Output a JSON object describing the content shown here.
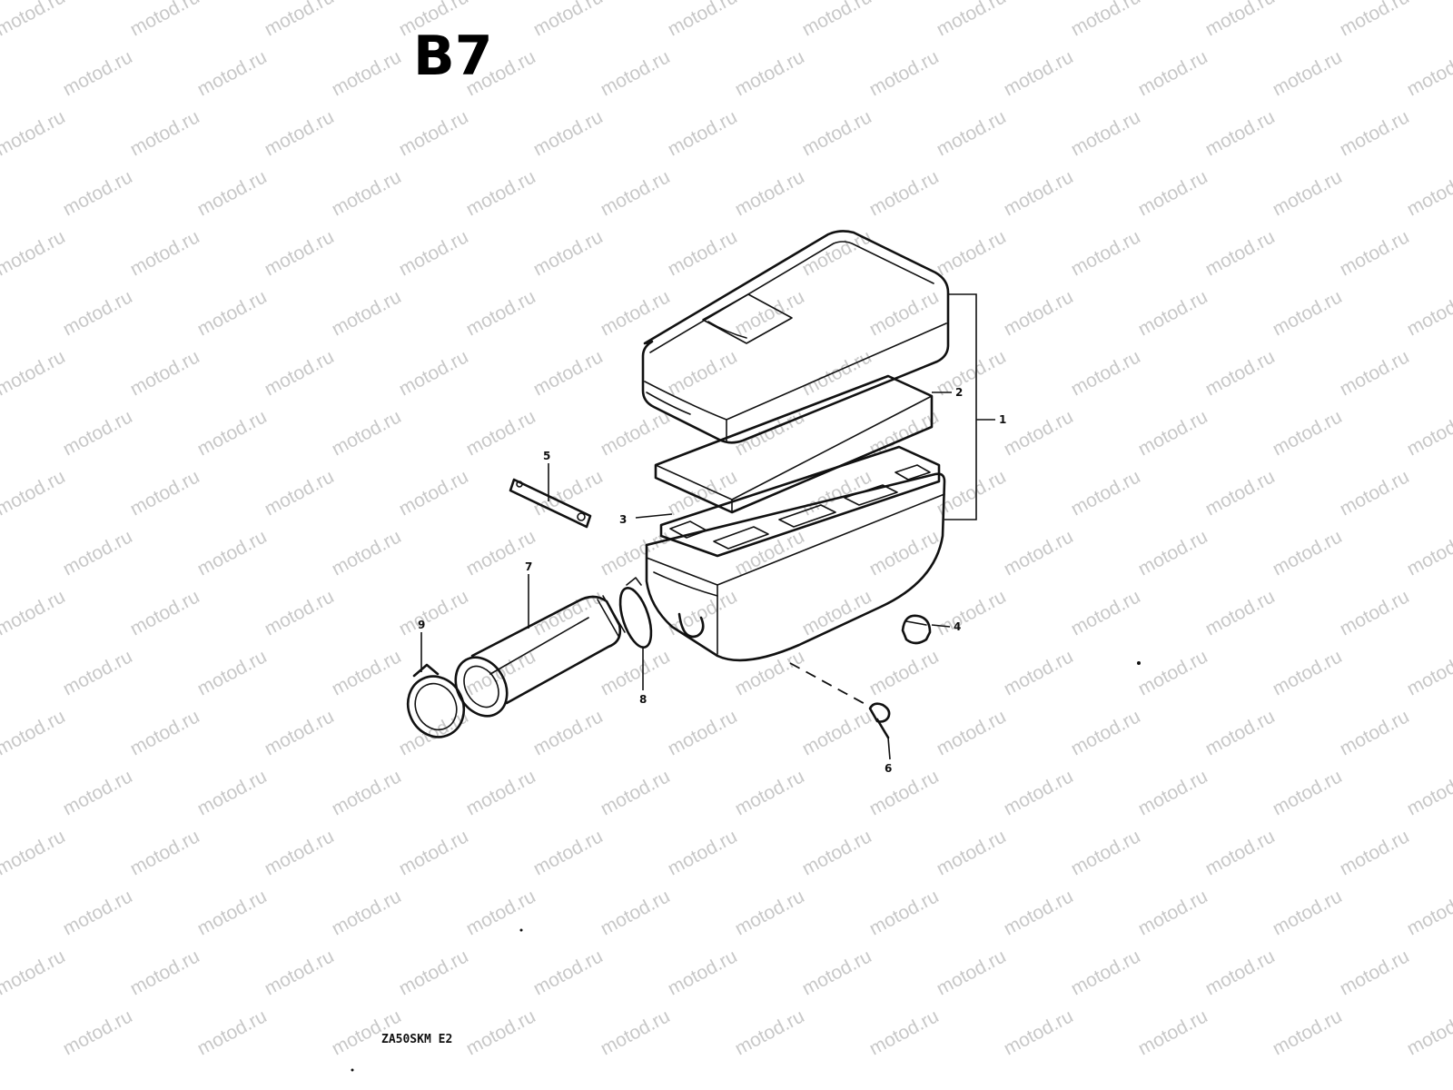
{
  "diagram": {
    "title": "B7",
    "footer_code": "ZA50SKM E2",
    "watermark": "motod.ru",
    "callouts": [
      "1",
      "2",
      "3",
      "4",
      "5",
      "6",
      "7",
      "8",
      "9"
    ]
  }
}
